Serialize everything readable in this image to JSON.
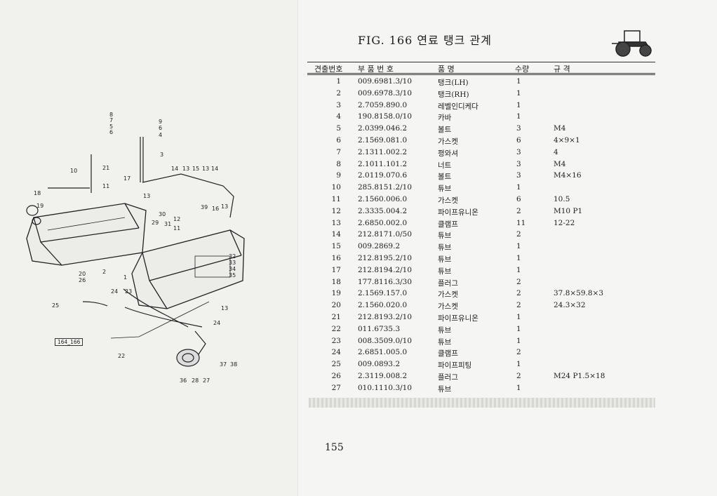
{
  "title": "FIG. 166 연료 탱크 관계",
  "figure_ref": "164_166",
  "page_number": "155",
  "table": {
    "headers": {
      "no": "견출번호",
      "part": "부 품 번 호",
      "name": "품      명",
      "qty": "수량",
      "spec": "규          격"
    },
    "rows": [
      {
        "no": "1",
        "part": "009.6981.3/10",
        "name": "탱크(LH)",
        "qty": "1",
        "spec": ""
      },
      {
        "no": "2",
        "part": "009.6978.3/10",
        "name": "탱크(RH)",
        "qty": "1",
        "spec": ""
      },
      {
        "no": "3",
        "part": "2.7059.890.0",
        "name": "레벨인디케다",
        "qty": "1",
        "spec": ""
      },
      {
        "no": "4",
        "part": "190.8158.0/10",
        "name": "카바",
        "qty": "1",
        "spec": ""
      },
      {
        "no": "5",
        "part": "2.0399.046.2",
        "name": "볼트",
        "qty": "3",
        "spec": "M4"
      },
      {
        "no": "6",
        "part": "2.1569.081.0",
        "name": "가스켓",
        "qty": "6",
        "spec": "4×9×1"
      },
      {
        "no": "7",
        "part": "2.1311.002.2",
        "name": "평와셔",
        "qty": "3",
        "spec": "4"
      },
      {
        "no": "8",
        "part": "2.1011.101.2",
        "name": "너트",
        "qty": "3",
        "spec": "M4"
      },
      {
        "no": "9",
        "part": "2.0119.070.6",
        "name": "볼트",
        "qty": "3",
        "spec": "M4×16"
      },
      {
        "no": "10",
        "part": "285.8151.2/10",
        "name": "튜브",
        "qty": "1",
        "spec": ""
      },
      {
        "no": "11",
        "part": "2.1560.006.0",
        "name": "가스켓",
        "qty": "6",
        "spec": "10.5"
      },
      {
        "no": "12",
        "part": "2.3335.004.2",
        "name": "파이프유니온",
        "qty": "2",
        "spec": "M10 P1"
      },
      {
        "no": "13",
        "part": "2.6850.002.0",
        "name": "클램프",
        "qty": "11",
        "spec": "12-22"
      },
      {
        "no": "14",
        "part": "212.8171.0/50",
        "name": "튜브",
        "qty": "2",
        "spec": ""
      },
      {
        "no": "15",
        "part": "009.2869.2",
        "name": "튜브",
        "qty": "1",
        "spec": ""
      },
      {
        "no": "16",
        "part": "212.8195.2/10",
        "name": "튜브",
        "qty": "1",
        "spec": ""
      },
      {
        "no": "17",
        "part": "212.8194.2/10",
        "name": "튜브",
        "qty": "1",
        "spec": ""
      },
      {
        "no": "18",
        "part": "177.8116.3/30",
        "name": "플러그",
        "qty": "2",
        "spec": ""
      },
      {
        "no": "19",
        "part": "2.1569.157.0",
        "name": "가스켓",
        "qty": "2",
        "spec": "37.8×59.8×3"
      },
      {
        "no": "20",
        "part": "2.1560.020.0",
        "name": "가스켓",
        "qty": "2",
        "spec": "24.3×32"
      },
      {
        "no": "21",
        "part": "212.8193.2/10",
        "name": "파이프유니온",
        "qty": "1",
        "spec": ""
      },
      {
        "no": "22",
        "part": "011.6735.3",
        "name": "튜브",
        "qty": "1",
        "spec": ""
      },
      {
        "no": "23",
        "part": "008.3509.0/10",
        "name": "튜브",
        "qty": "1",
        "spec": ""
      },
      {
        "no": "24",
        "part": "2.6851.005.0",
        "name": "클램프",
        "qty": "2",
        "spec": ""
      },
      {
        "no": "25",
        "part": "009.0893.2",
        "name": "파이프피팅",
        "qty": "1",
        "spec": ""
      },
      {
        "no": "26",
        "part": "2.3119.008.2",
        "name": "플러그",
        "qty": "2",
        "spec": "M24 P1.5×18"
      },
      {
        "no": "27",
        "part": "010.1110.3/10",
        "name": "튜브",
        "qty": "1",
        "spec": ""
      }
    ]
  },
  "diagram_labels": [
    "8",
    "7",
    "5",
    "6",
    "9",
    "6",
    "4",
    "3",
    "21",
    "10",
    "11",
    "17",
    "14",
    "13",
    "15",
    "13",
    "14",
    "18",
    "19",
    "13",
    "39",
    "16",
    "13",
    "30",
    "29",
    "31",
    "12",
    "11",
    "32",
    "33",
    "34",
    "35",
    "20",
    "26",
    "2",
    "1",
    "24",
    "23",
    "25",
    "13",
    "24",
    "22",
    "37",
    "38",
    "36",
    "28",
    "27"
  ],
  "colors": {
    "ink": "#1d1d1d",
    "paper": "#f5f5f3",
    "ghost": "#b9b9b5"
  }
}
